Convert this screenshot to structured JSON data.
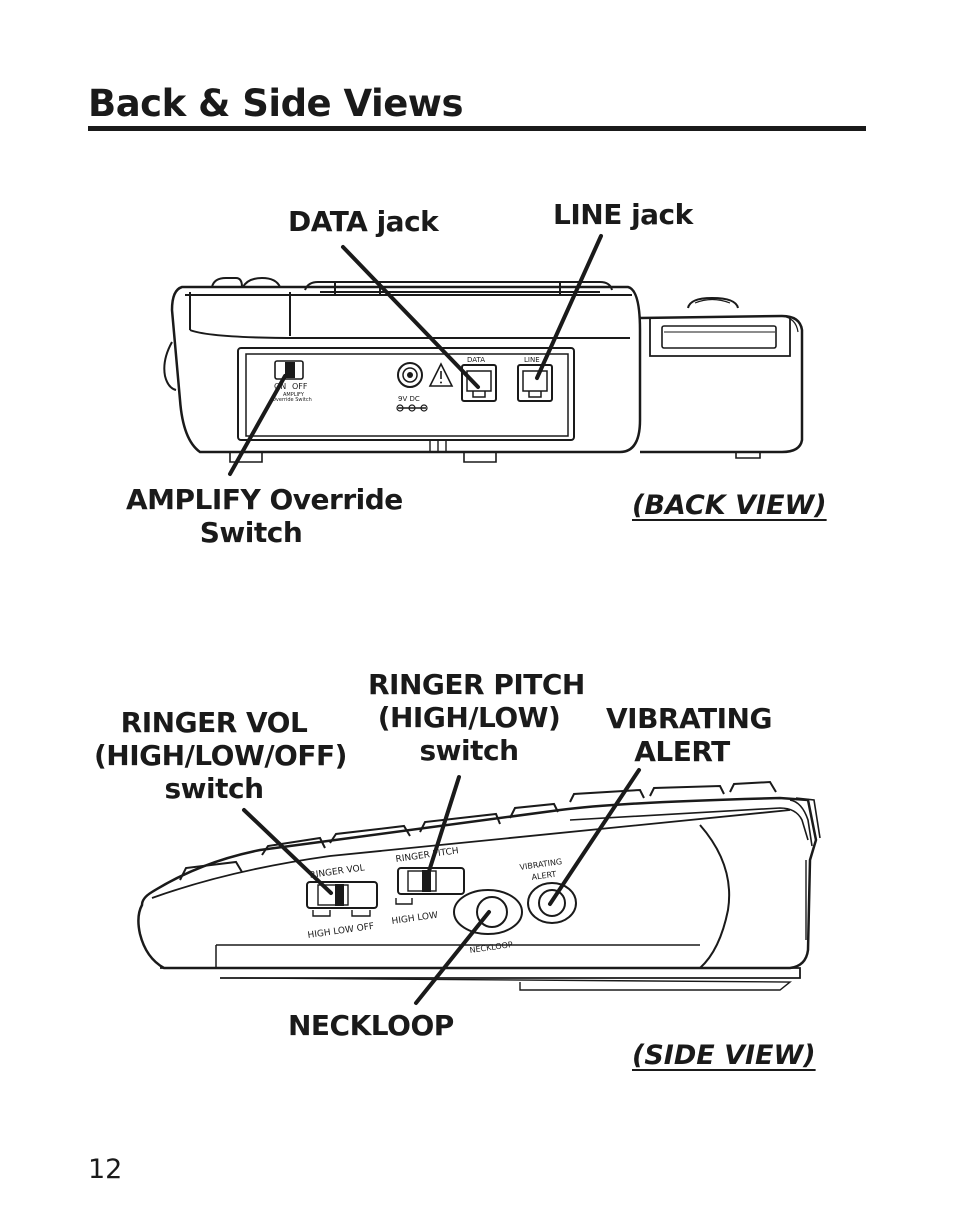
{
  "page": {
    "title": "Back & Side Views",
    "number": "12"
  },
  "back_view": {
    "caption": "(BACK VIEW)",
    "callouts": {
      "data_jack": "DATA jack",
      "line_jack": "LINE jack",
      "amplify_override_line1": "AMPLIFY Override",
      "amplify_override_line2": "Switch"
    },
    "panel_text": {
      "on": "ON",
      "off": "OFF",
      "amplify": "AMPLIFY",
      "override_switch": "Override Switch",
      "power": "9V  DC",
      "data": "DATA",
      "line": "LINE"
    }
  },
  "side_view": {
    "caption": "(SIDE VIEW)",
    "callouts": {
      "ringer_vol_line1": "RINGER VOL",
      "ringer_vol_line2": "(HIGH/LOW/OFF)",
      "ringer_vol_line3": "switch",
      "ringer_pitch_line1": "RINGER PITCH",
      "ringer_pitch_line2": "(HIGH/LOW)",
      "ringer_pitch_line3": "switch",
      "vibrating_alert_line1": "VIBRATING",
      "vibrating_alert_line2": "ALERT",
      "neckloop": "NECKLOOP"
    },
    "body_text": {
      "ringer_vol": "RINGER VOL",
      "ringer_vol_positions": "HIGH  LOW  OFF",
      "ringer_pitch": "RINGER PITCH",
      "ringer_pitch_positions": "HIGH  LOW",
      "vibrating_1": "VIBRATING",
      "vibrating_2": "ALERT",
      "neckloop": "NECKLOOP"
    }
  }
}
